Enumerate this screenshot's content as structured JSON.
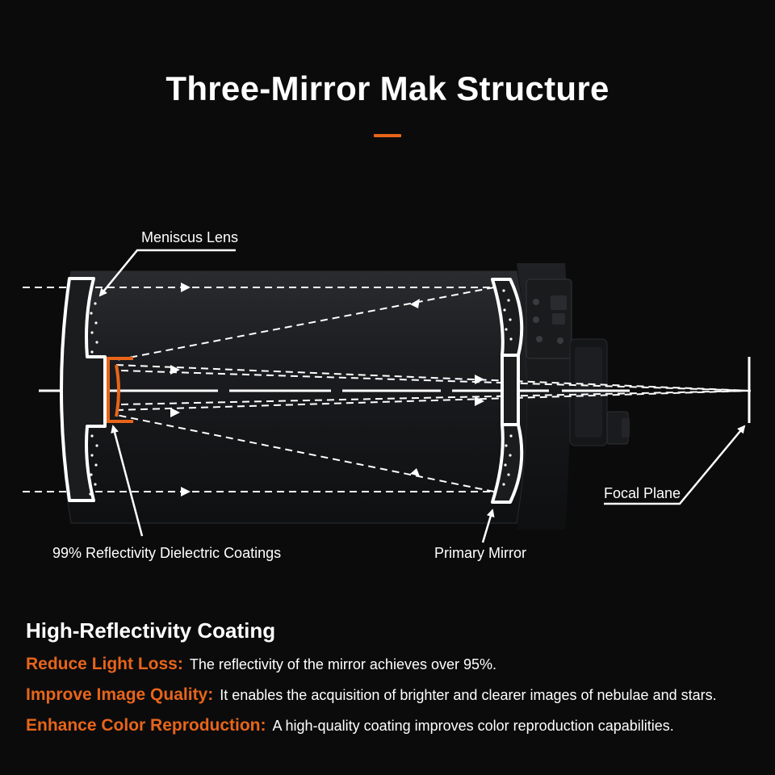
{
  "title": "Three-Mirror Mak Structure",
  "accent_color": "#e8651a",
  "labels": {
    "meniscus_lens": "Meniscus Lens",
    "coatings": "99% Reflectivity Dielectric Coatings",
    "primary_mirror": "Primary Mirror",
    "focal_plane": "Focal Plane"
  },
  "features": {
    "heading": "High-Reflectivity Coating",
    "items": [
      {
        "key": "Reduce Light Loss:",
        "desc": "The reflectivity of the mirror achieves over 95%."
      },
      {
        "key": "Improve Image Quality:",
        "desc": "It enables the acquisition of brighter and clearer images of nebulae and stars."
      },
      {
        "key": "Enhance Color Reproduction:",
        "desc": "A high-quality coating improves color reproduction capabilities."
      }
    ]
  }
}
